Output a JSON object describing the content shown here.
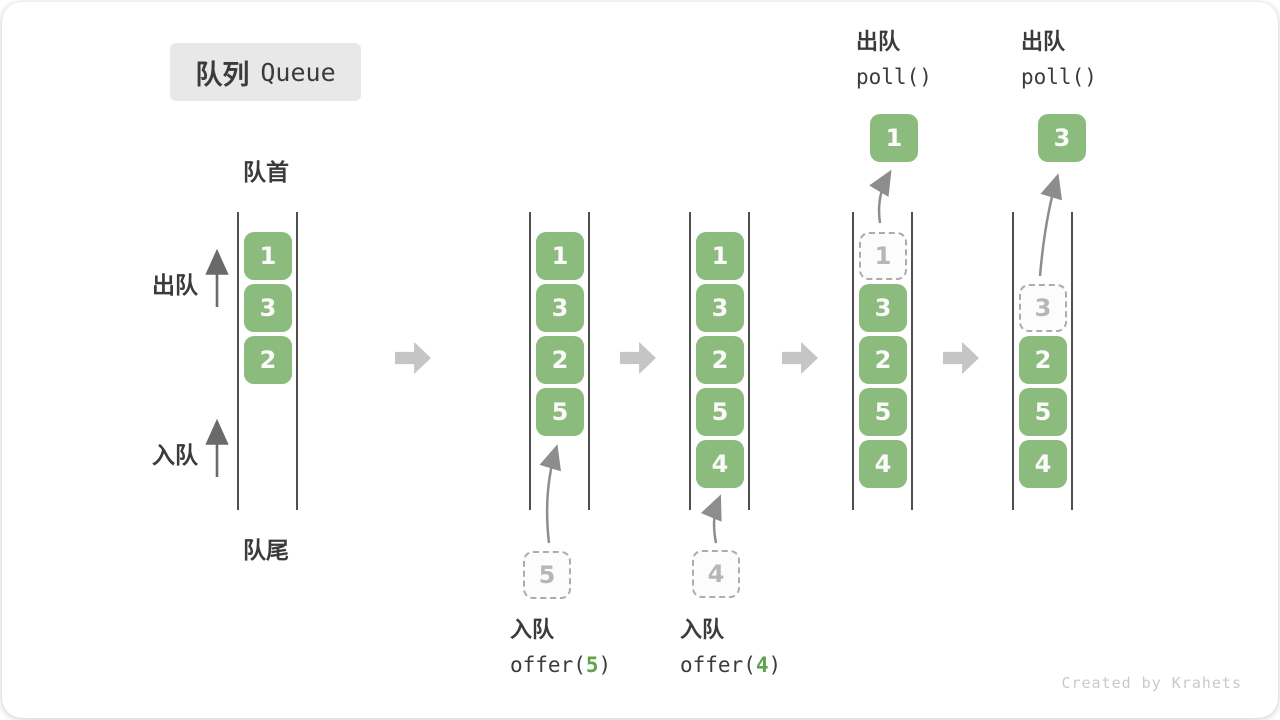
{
  "title": {
    "zh": "队列",
    "en": "Queue"
  },
  "side_labels": {
    "head": "队首",
    "tail": "队尾",
    "dequeue": "出队",
    "enqueue": "入队"
  },
  "watermark": "Created by Krahets",
  "colors": {
    "block-green": "#8CBB7E",
    "block-text": "#FBFCFA",
    "code-green": "#5FA24C",
    "text-dark": "#3B3B3B",
    "wall-gray": "#4F4F4F",
    "dashed-border": "#ACACAC",
    "dashed-text": "#B6B6B6",
    "dashed-bg": "#FCFCFC",
    "flow-arrow": "#C5C5C5",
    "curve-arrow": "#8D8D8D",
    "side-arrow": "#6A6A6A",
    "title-bg": "#E8E8E8",
    "watermark-gray": "#C9C9C9"
  },
  "queues": [
    {
      "name": "state-1-initial",
      "slots": [
        {
          "type": "solid",
          "value": "1"
        },
        {
          "type": "solid",
          "value": "3"
        },
        {
          "type": "solid",
          "value": "2"
        }
      ]
    },
    {
      "name": "state-2-after-offer-5",
      "slots": [
        {
          "type": "solid",
          "value": "1"
        },
        {
          "type": "solid",
          "value": "3"
        },
        {
          "type": "solid",
          "value": "2"
        },
        {
          "type": "solid",
          "value": "5"
        }
      ],
      "incoming_value": "5",
      "operation": {
        "label": "入队",
        "code_fn": "offer(",
        "code_arg": "5",
        "code_close": ")"
      }
    },
    {
      "name": "state-3-after-offer-4",
      "slots": [
        {
          "type": "solid",
          "value": "1"
        },
        {
          "type": "solid",
          "value": "3"
        },
        {
          "type": "solid",
          "value": "2"
        },
        {
          "type": "solid",
          "value": "5"
        },
        {
          "type": "solid",
          "value": "4"
        }
      ],
      "incoming_value": "4",
      "operation": {
        "label": "入队",
        "code_fn": "offer(",
        "code_arg": "4",
        "code_close": ")"
      }
    },
    {
      "name": "state-4-poll-1",
      "slots": [
        {
          "type": "dashed",
          "value": "1"
        },
        {
          "type": "solid",
          "value": "3"
        },
        {
          "type": "solid",
          "value": "2"
        },
        {
          "type": "solid",
          "value": "5"
        },
        {
          "type": "solid",
          "value": "4"
        }
      ],
      "outgoing_value": "1",
      "operation": {
        "label": "出队",
        "code_fn": "poll()",
        "code_arg": "",
        "code_close": ""
      }
    },
    {
      "name": "state-5-poll-3",
      "slots": [
        {
          "type": "empty",
          "value": ""
        },
        {
          "type": "dashed",
          "value": "3"
        },
        {
          "type": "solid",
          "value": "2"
        },
        {
          "type": "solid",
          "value": "5"
        },
        {
          "type": "solid",
          "value": "4"
        }
      ],
      "outgoing_value": "3",
      "operation": {
        "label": "出队",
        "code_fn": "poll()",
        "code_arg": "",
        "code_close": ""
      }
    }
  ]
}
